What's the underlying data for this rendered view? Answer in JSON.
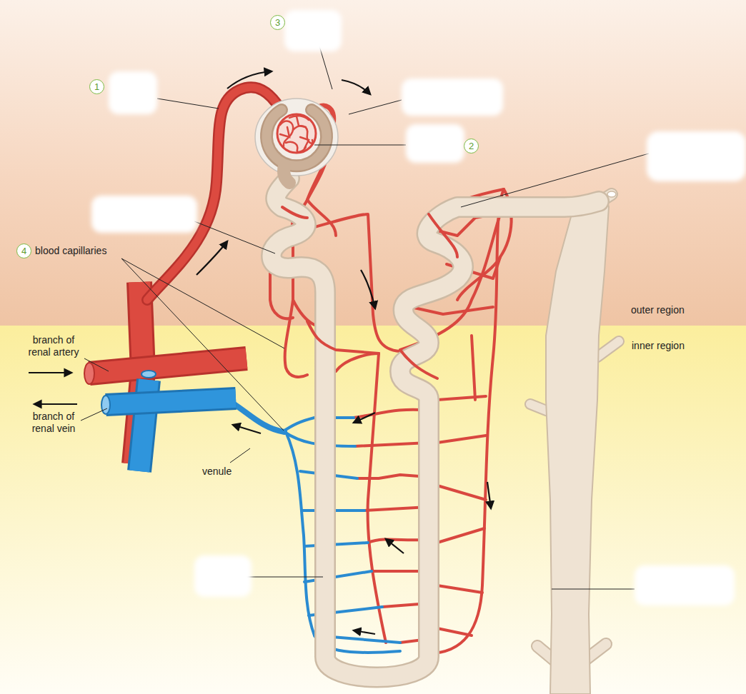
{
  "diagram": {
    "labels": [
      "3",
      "1",
      "2",
      "4",
      "blood capillaries",
      "outer region",
      "inner region",
      "branch of renal artery",
      "branch of renal vein",
      "venule"
    ]
  }
}
